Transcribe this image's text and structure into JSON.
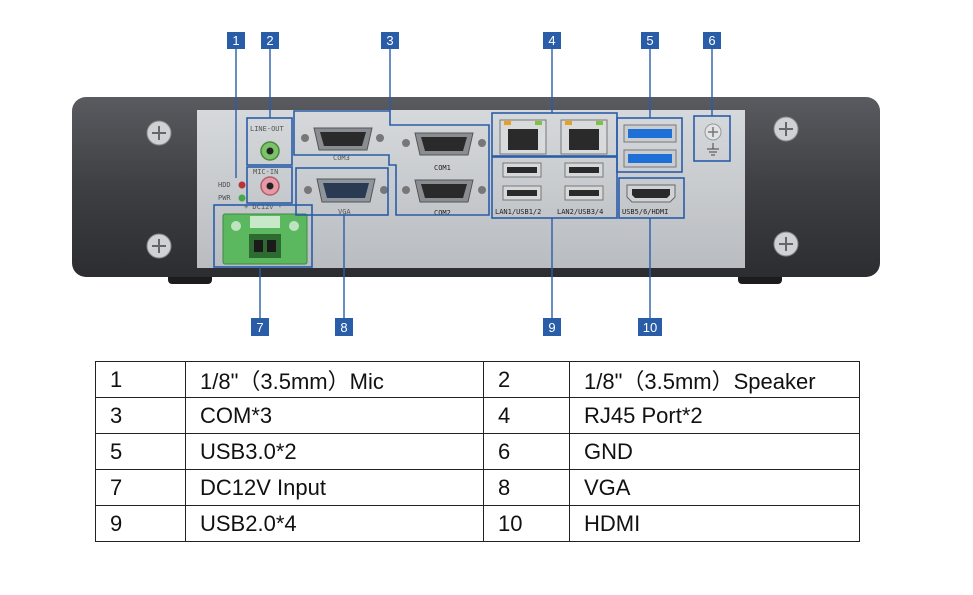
{
  "callouts": [
    "1",
    "2",
    "3",
    "4",
    "5",
    "6",
    "7",
    "8",
    "9",
    "10"
  ],
  "panel_labels": {
    "line_out": "LINE-OUT",
    "mic_in": "MIC-IN",
    "hdd": "HDD",
    "pwr": "PWR",
    "dc12v": "+ DC12V -",
    "com3": "COM3",
    "com1": "COM1",
    "com2": "COM2",
    "vga": "VGA",
    "lan1": "LAN1/USB1/2",
    "lan2": "LAN2/USB3/4",
    "usb56": "USB5/6/HDMI"
  },
  "colors": {
    "callout_blue": "#2a5da8",
    "chassis": "#4a4b4f",
    "panel": "#c9ccd0",
    "terminal_green": "#4caf50",
    "usb3_blue": "#1e6fd6"
  },
  "table": {
    "rows": [
      {
        "n1": "1",
        "d1": "1/8\"（3.5mm）Mic",
        "n2": "2",
        "d2": "1/8\"（3.5mm）Speaker"
      },
      {
        "n1": "3",
        "d1": "COM*3",
        "n2": "4",
        "d2": "RJ45 Port*2"
      },
      {
        "n1": "5",
        "d1": "USB3.0*2",
        "n2": "6",
        "d2": "GND"
      },
      {
        "n1": "7",
        "d1": "DC12V Input",
        "n2": "8",
        "d2": "VGA"
      },
      {
        "n1": "9",
        "d1": "USB2.0*4",
        "n2": "10",
        "d2": "HDMI"
      }
    ]
  }
}
